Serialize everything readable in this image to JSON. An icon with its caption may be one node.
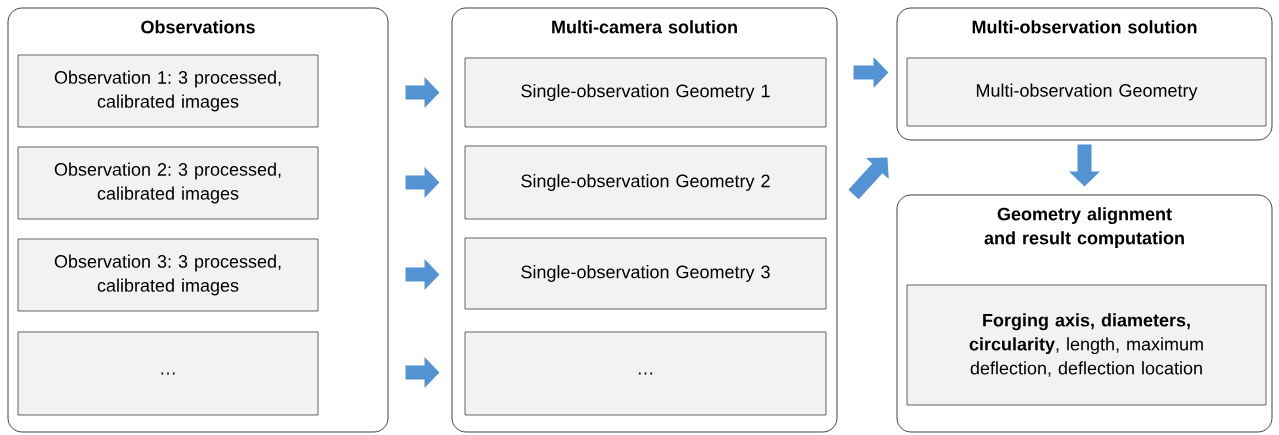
{
  "diagram": {
    "nodes": [
      {
        "text": [
          "Observations"
        ]
      },
      {
        "text": [
          "Observation 1: 3 processed, calibrated images"
        ],
        "in": 0
      },
      {
        "text": [
          "Observation 2: 3 processed, calibrated images"
        ],
        "in": 0
      },
      {
        "text": [
          "Observation 3: 3 processed, calibrated images"
        ],
        "in": 0
      },
      {
        "text": [
          "…"
        ],
        "in": 0
      },
      {
        "text": [
          "Multi-camera solution"
        ]
      },
      {
        "text": [
          "Single-observation Geometry 1"
        ],
        "in": 5
      },
      {
        "text": [
          "Single-observation Geometry 2"
        ],
        "in": 5
      },
      {
        "text": [
          "Single-observation Geometry 3"
        ],
        "in": 5
      },
      {
        "text": [
          "…"
        ],
        "in": 5
      },
      {
        "text": [
          "Multi-observation solution"
        ]
      },
      {
        "text": [
          "Multi-observation Geometry"
        ],
        "in": 10
      },
      {
        "text": [
          "Geometry alignment and result computation"
        ]
      },
      {
        "text": [
          "**Forging axis, diameters, circularity**, length, maximum deflection, deflection location"
        ],
        "in": 12
      }
    ],
    "edges": [
      {
        "from": 0,
        "to": 5,
        "arrow": "to"
      },
      {
        "from": 0,
        "to": 5,
        "arrow": "to"
      },
      {
        "from": 0,
        "to": 5,
        "arrow": "to"
      },
      {
        "from": 0,
        "to": 5,
        "arrow": "to"
      },
      {
        "from": 5,
        "to": 10,
        "arrow": "to"
      },
      {
        "from": 5,
        "to": 10,
        "arrow": "to"
      },
      {
        "from": 10,
        "to": 12,
        "arrow": "to"
      }
    ]
  }
}
